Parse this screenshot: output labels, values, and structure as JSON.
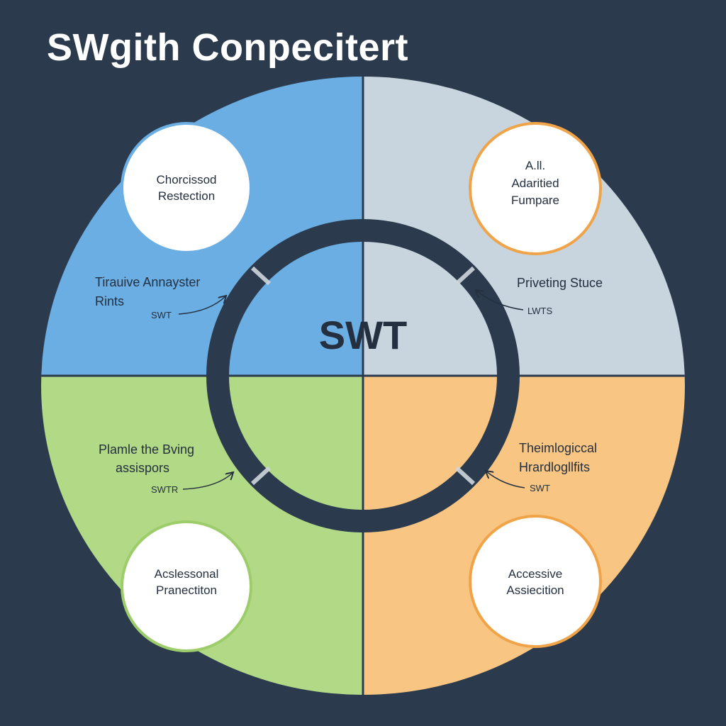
{
  "title": "SWgith Conpecitert",
  "center_label": "SWT",
  "colors": {
    "background": "#2b3a4c",
    "top_left": "#6aaee3",
    "top_right": "#c8d4de",
    "bottom_left": "#b2da86",
    "bottom_right": "#f9c583",
    "ring": "#2b3a4c"
  },
  "quadrants": [
    {
      "circle_lines": [
        "Chorcissod",
        "Restection"
      ],
      "label_lines": [
        "Tirauive Annayster",
        "Rints"
      ],
      "arrow_label": "SWT"
    },
    {
      "circle_lines": [
        "A.ll.",
        "Adaritied",
        "Fumpare"
      ],
      "label_lines": [
        "Priveting Stuce"
      ],
      "arrow_label": "LWTS"
    },
    {
      "circle_lines": [
        "Acslessonal",
        "Pranectiton"
      ],
      "label_lines": [
        "Plamle the Bving",
        "assispors"
      ],
      "arrow_label": "SWTR"
    },
    {
      "circle_lines": [
        "Accessive",
        "Assiecition"
      ],
      "label_lines": [
        "Theimlogiccal",
        "Hrardlogllfits"
      ],
      "arrow_label": "SWT"
    }
  ]
}
